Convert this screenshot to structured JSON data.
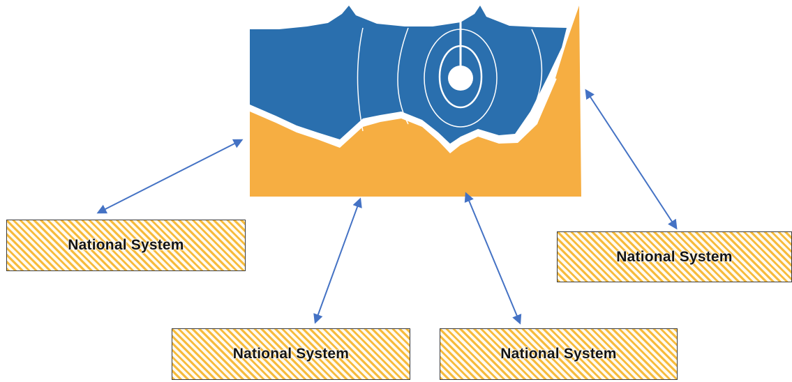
{
  "logo": {
    "name": "ocean-basin-logo",
    "colors": {
      "ocean": "#2a6fae",
      "land": "#f6ae42",
      "lines": "#ffffff"
    }
  },
  "arrows": {
    "color": "#4472c4"
  },
  "boxes": {
    "box1": {
      "label": "National System"
    },
    "box2": {
      "label": "National System"
    },
    "box3": {
      "label": "National System"
    },
    "box4": {
      "label": "National System"
    }
  }
}
